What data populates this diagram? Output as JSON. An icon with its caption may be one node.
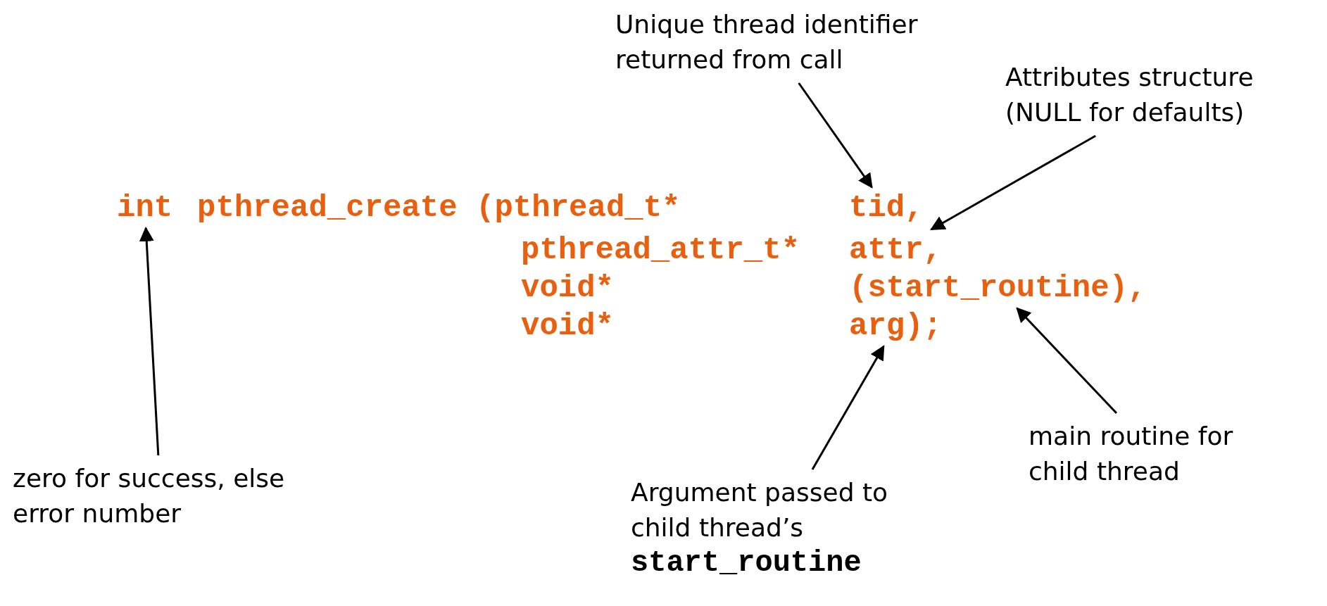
{
  "diagram": {
    "nodes": [
      {
        "text": [
          "int"
        ]
      },
      {
        "text": [
          "tid,"
        ]
      },
      {
        "text": [
          "attr,"
        ]
      },
      {
        "text": [
          "(start_routine),"
        ]
      },
      {
        "text": [
          "arg);"
        ]
      },
      {
        "text": [
          "Unique thread identifier returned from call"
        ]
      },
      {
        "text": [
          "Attributes structure (NULL for defaults)"
        ]
      },
      {
        "text": [
          "zero for success, else error number"
        ]
      },
      {
        "text": [
          "main routine for child thread"
        ]
      },
      {
        "text": [
          "Argument passed to child thread’s",
          "start_routine"
        ]
      }
    ],
    "edges": [
      {
        "from": 5,
        "to": 1,
        "arrow": "to"
      },
      {
        "from": 6,
        "to": 2,
        "arrow": "to"
      },
      {
        "from": 7,
        "to": 0,
        "arrow": "to"
      },
      {
        "from": 8,
        "to": 3,
        "arrow": "to"
      },
      {
        "from": 9,
        "to": 4,
        "arrow": "to"
      }
    ],
    "labels": [
      "pthread_create (pthread_t*",
      "pthread_attr_t*",
      "void*",
      "void*"
    ]
  }
}
